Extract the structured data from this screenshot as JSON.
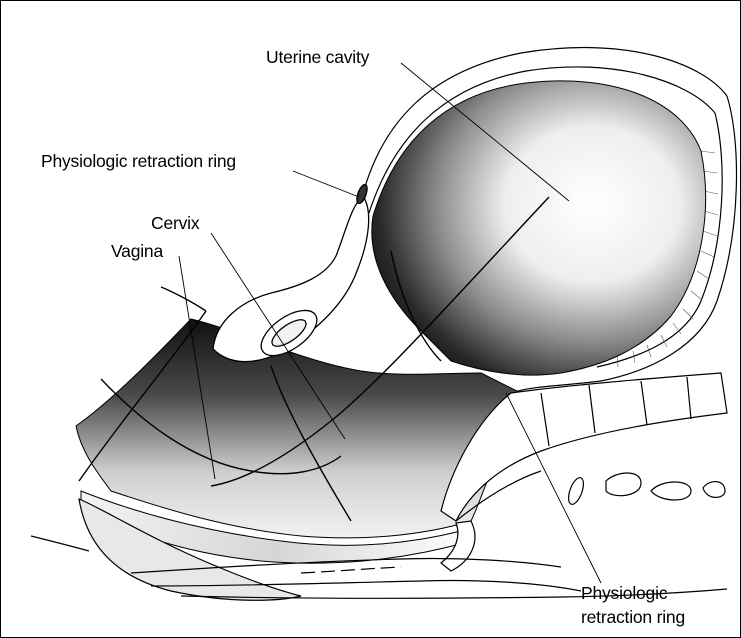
{
  "labels": {
    "uterine_cavity": "Uterine cavity",
    "physiologic_ring_upper": "Physiologic retraction ring",
    "cervix": "Cervix",
    "vagina": "Vagina",
    "physiologic_ring_lower_1": "Physiologic",
    "physiologic_ring_lower_2": "retraction ring"
  },
  "colors": {
    "ink": "#000000",
    "paper": "#ffffff",
    "shade_dark": "#1a1a1a",
    "shade_mid": "#7a7a7a",
    "shade_light": "#d9d9d9"
  }
}
